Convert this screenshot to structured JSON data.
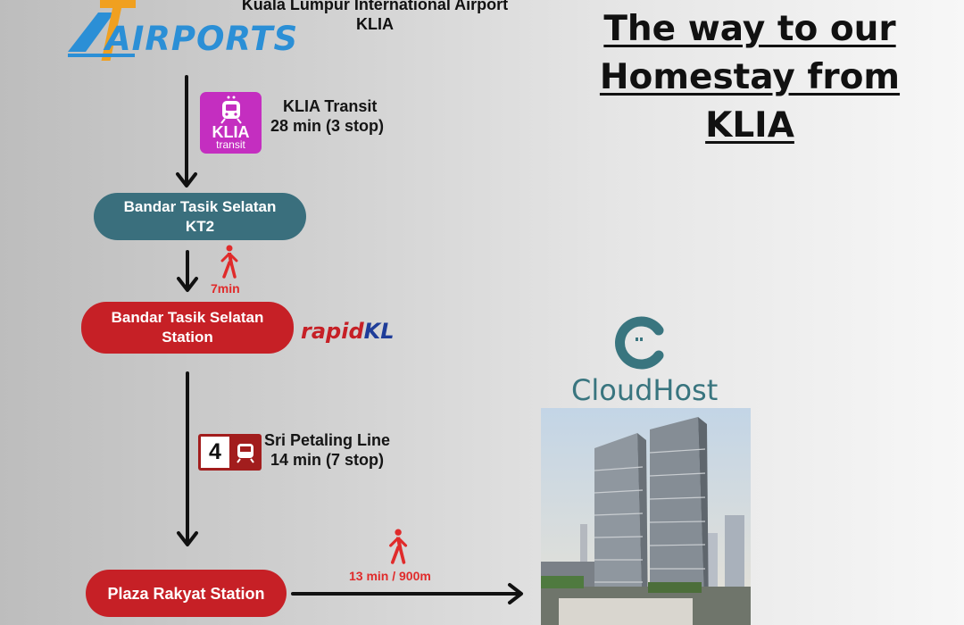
{
  "logo": {
    "text": "AIRPORTS",
    "color": "#2b8fd6",
    "accent": "#f0a020"
  },
  "airport": {
    "line1": "Kuala Lumpur International Airport",
    "line2": "KLIA"
  },
  "title": {
    "line1": "The way to our",
    "line2": "Homestay from",
    "line3": "KLIA"
  },
  "klia_transit": {
    "badge_top": "KLIA",
    "badge_bottom": "transit",
    "name": "KLIA Transit",
    "duration": "28 min (3 stop)",
    "color": "#c42ec0"
  },
  "stations": {
    "kt2": {
      "line1": "Bandar Tasik Selatan",
      "line2": "KT2",
      "color": "#3a6f7d"
    },
    "bts": {
      "line1": "Bandar Tasik Selatan",
      "line2": "Station",
      "color": "#c62026"
    },
    "plaza": {
      "label": "Plaza Rakyat Station",
      "color": "#c62026"
    }
  },
  "walk1": {
    "label": "7min"
  },
  "rapidkl": {
    "part1": "rapid",
    "part2": "KL"
  },
  "line4": {
    "number": "4",
    "name": "Sri Petaling Line",
    "duration": "14 min (7 stop)"
  },
  "walk2": {
    "label": "13 min / 900m"
  },
  "cloudhost": {
    "name": "CloudHost",
    "color": "#39757f"
  },
  "icons": [
    "airports-logo-icon",
    "train-icon",
    "walking-person-icon",
    "arrow-down-icon",
    "arrow-right-icon",
    "cloudhost-logo-icon"
  ]
}
